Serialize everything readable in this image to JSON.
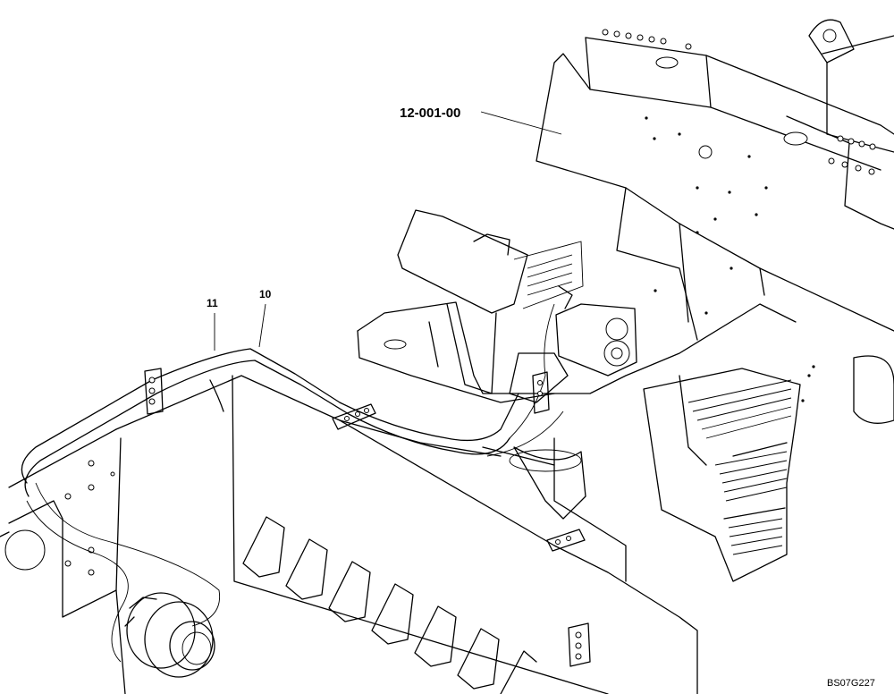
{
  "callouts": {
    "frame": "12-001-00",
    "harness_a": "11",
    "harness_b": "10"
  },
  "drawing_ref": "BS07G227"
}
